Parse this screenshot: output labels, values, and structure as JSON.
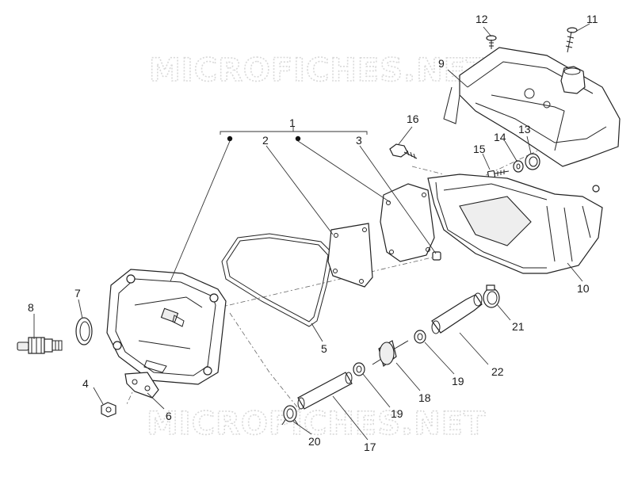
{
  "watermark": {
    "top": "MICROFICHES.NET",
    "bottom": "MICROFICHES.NET"
  },
  "labels": {
    "n1": "1",
    "n2": "2",
    "n3": "3",
    "n4": "4",
    "n5": "5",
    "n6": "6",
    "n7": "7",
    "n8": "8",
    "n9": "9",
    "n10": "10",
    "n11": "11",
    "n12": "12",
    "n13": "13",
    "n14": "14",
    "n15": "15",
    "n16": "16",
    "n17": "17",
    "n18": "18",
    "n19a": "19",
    "n19b": "19",
    "n20": "20",
    "n21": "21",
    "n22": "22"
  }
}
